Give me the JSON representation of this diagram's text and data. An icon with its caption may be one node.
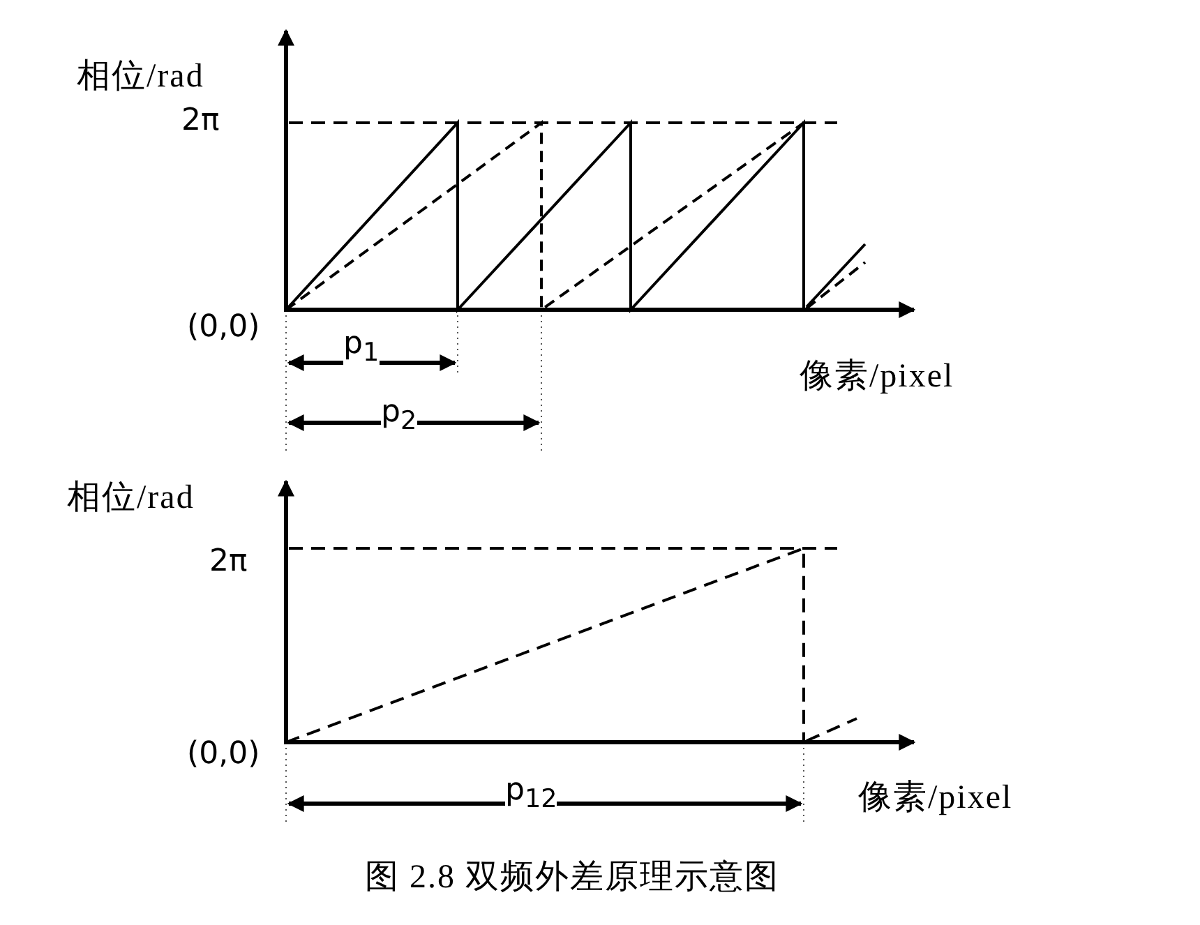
{
  "diagram": {
    "caption": "图 2.8 双频外差原理示意图",
    "labels": [
      "相位/rad",
      "2π",
      "(0,0)",
      "p$_{1}$",
      "p$_{2}$",
      "像素/pixel",
      "相位/rad",
      "2π",
      "(0,0)",
      "像素/pixel",
      "p$_{12}$"
    ]
  }
}
